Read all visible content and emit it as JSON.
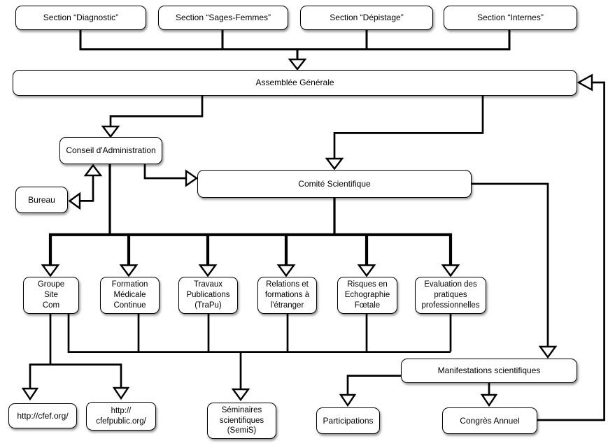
{
  "nodes": {
    "diagnostic": {
      "label": "Section “Diagnostic”"
    },
    "sages_femmes": {
      "label": "Section “Sages-Femmes”"
    },
    "depistage": {
      "label": "Section “Dépistage”"
    },
    "internes": {
      "label": "Section “Internes”"
    },
    "assemblee": {
      "label": "Assemblée Générale"
    },
    "conseil": {
      "label": "Conseil d'Administration"
    },
    "bureau": {
      "label": "Bureau"
    },
    "comite": {
      "label": "Comité Scientifique"
    },
    "groupe": {
      "label": "Groupe\nSite\nCom"
    },
    "formation": {
      "label": "Formation\nMédicale\nContinue"
    },
    "travaux": {
      "label": "Travaux\nPublications\n(TraPu)"
    },
    "relations": {
      "label": "Relations et\nformations à\nl'étranger"
    },
    "risques": {
      "label": "Risques en\nEchographie\nFœtale"
    },
    "evaluation": {
      "label": "Evaluation des\npratiques\nprofessionnelles"
    },
    "cfef": {
      "label": "http://cfef.org/"
    },
    "cfefpublic": {
      "label": "http://\ncfefpublic.org/"
    },
    "seminaires": {
      "label": "Séminaires\nscientifiques\n(SemiS)"
    },
    "participations": {
      "label": "Participations"
    },
    "manifestations": {
      "label": "Manifestations scientifiques"
    },
    "congres": {
      "label": "Congrès Annuel"
    }
  },
  "edges": [
    {
      "from": "section_diagnostic",
      "to": "assemblee_generale"
    },
    {
      "from": "section_sages_femmes",
      "to": "assemblee_generale"
    },
    {
      "from": "section_depistage",
      "to": "assemblee_generale"
    },
    {
      "from": "section_internes",
      "to": "assemblee_generale"
    },
    {
      "from": "assemblee_generale",
      "to": "conseil_administration"
    },
    {
      "from": "assemblee_generale",
      "to": "comite_scientifique"
    },
    {
      "from": "conseil_administration",
      "to": "comite_scientifique"
    },
    {
      "from": "conseil_administration",
      "to": "bureau",
      "bidirectional": true
    },
    {
      "from": "conseil_administration+comite_scientifique",
      "to": "groupe_site_com"
    },
    {
      "from": "conseil_administration+comite_scientifique",
      "to": "formation_medicale_continue"
    },
    {
      "from": "conseil_administration+comite_scientifique",
      "to": "travaux_publications"
    },
    {
      "from": "conseil_administration+comite_scientifique",
      "to": "relations_formations_etranger"
    },
    {
      "from": "conseil_administration+comite_scientifique",
      "to": "risques_echographie_foetale"
    },
    {
      "from": "conseil_administration+comite_scientifique",
      "to": "evaluation_pratiques"
    },
    {
      "from": "groupe_site_com",
      "to": "cfef_org"
    },
    {
      "from": "groupe_site_com",
      "to": "cfefpublic_org"
    },
    {
      "from": "six_groupes_collecteur",
      "to": "seminaires_scientifiques"
    },
    {
      "from": "comite_scientifique",
      "to": "manifestations_scientifiques"
    },
    {
      "from": "manifestations_scientifiques",
      "to": "participations"
    },
    {
      "from": "manifestations_scientifiques",
      "to": "congres_annuel"
    },
    {
      "from": "congres_annuel",
      "to": "assemblee_generale"
    }
  ],
  "colors": {
    "line": "#000000",
    "node_border": "#000000",
    "node_fill": "#ffffff",
    "background": "#ffffff",
    "text": "#000000"
  }
}
